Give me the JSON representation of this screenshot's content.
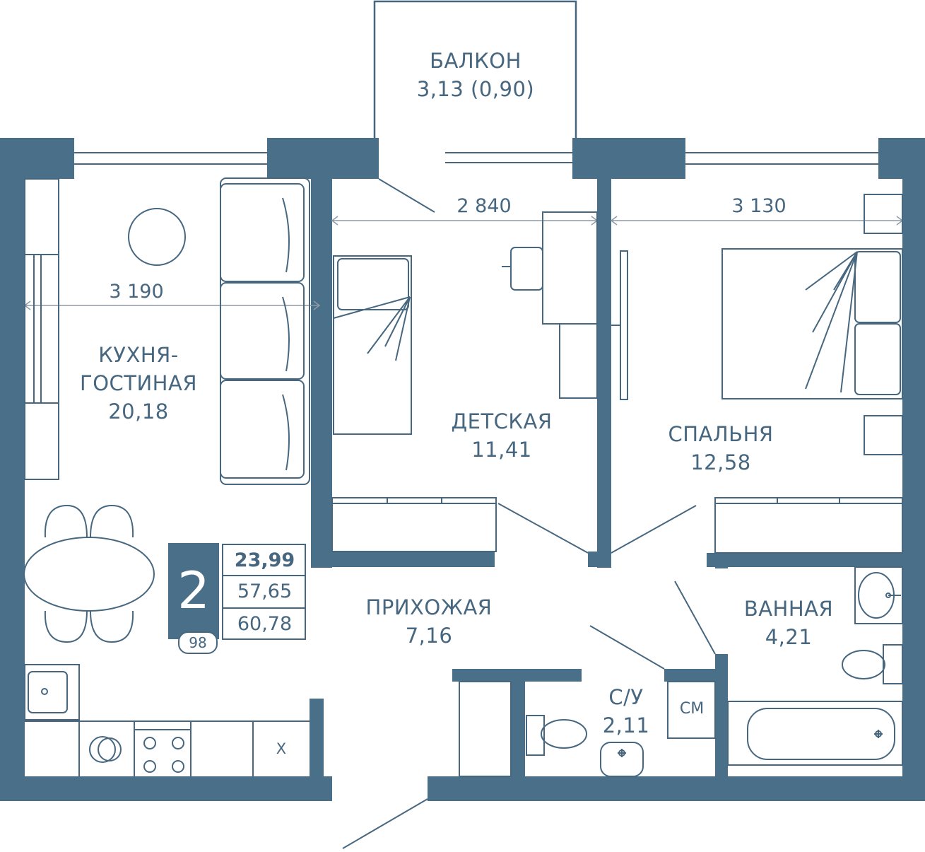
{
  "colors": {
    "wall": "#4a6f88",
    "line": "#46677f",
    "background": "#ffffff"
  },
  "rooms": {
    "balcony": {
      "name": "БАЛКОН",
      "area": "3,13 (0,90)"
    },
    "kitchen": {
      "name_line1": "КУХНЯ-",
      "name_line2": "ГОСТИНАЯ",
      "area": "20,18"
    },
    "kids": {
      "name": "ДЕТСКАЯ",
      "area": "11,41"
    },
    "bedroom": {
      "name": "СПАЛЬНЯ",
      "area": "12,58"
    },
    "hall": {
      "name": "ПРИХОЖАЯ",
      "area": "7,16"
    },
    "bathroom": {
      "name": "ВАННАЯ",
      "area": "4,21"
    },
    "wc": {
      "name": "С/У",
      "area": "2,11"
    }
  },
  "dimensions": {
    "kids_width": "2 840",
    "bedroom_width": "3 130",
    "kitchen_width": "3 190"
  },
  "summary": {
    "rooms_count": "2",
    "living_area": "23,99",
    "total_area": "57,65",
    "total_with_balcony": "60,78",
    "apartment_number": "98"
  },
  "fixtures": {
    "washing_machine": "СМ",
    "fridge": "Х"
  }
}
